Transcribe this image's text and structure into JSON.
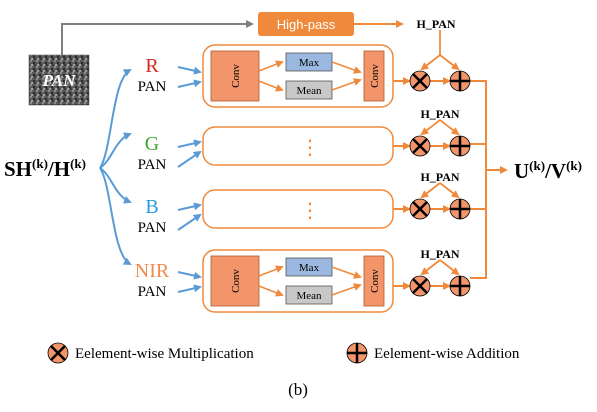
{
  "input": {
    "pan_label": "PAN",
    "sh_h_main": "SH",
    "sh_h_sup1": "(k)",
    "sh_h_mid": "/H",
    "sh_h_sup2": "(k)"
  },
  "highpass": {
    "label": "High-pass",
    "h_pan_label": "H_PAN"
  },
  "branches": [
    {
      "band": "R",
      "band_color": "#d9251d",
      "pan": "PAN",
      "h_pan": "H_PAN",
      "detailed": true,
      "conv_left": "Conv",
      "max": "Max",
      "mean": "Mean",
      "conv_right": "Conv"
    },
    {
      "band": "G",
      "band_color": "#3aa635",
      "pan": "PAN",
      "h_pan": "H_PAN",
      "detailed": false,
      "ellipsis": "⋮"
    },
    {
      "band": "B",
      "band_color": "#2b9be0",
      "pan": "PAN",
      "h_pan": "H_PAN",
      "detailed": false,
      "ellipsis": "⋮"
    },
    {
      "band": "NIR",
      "band_color": "#ef8a54",
      "pan": "PAN",
      "h_pan": "",
      "detailed": true,
      "conv_left": "Conv",
      "max": "Max",
      "mean": "Mean",
      "conv_right": "Conv"
    }
  ],
  "output": {
    "main": "U",
    "sup1": "(k)",
    "mid": "/V",
    "sup2": "(k)"
  },
  "nir_h_pan_label": "H_PAN",
  "legend": {
    "multiplication": "Eelement-wise Multiplication",
    "addition": "Eelement-wise Addition"
  },
  "caption": "(b)",
  "colors": {
    "orange": "#ef8a3c",
    "orange_fill": "#f2956a",
    "blue_arrow": "#5b9bd5",
    "max_fill": "#9ab8e0",
    "mean_fill": "#c8c8c8",
    "gray_arrow": "#808080"
  }
}
